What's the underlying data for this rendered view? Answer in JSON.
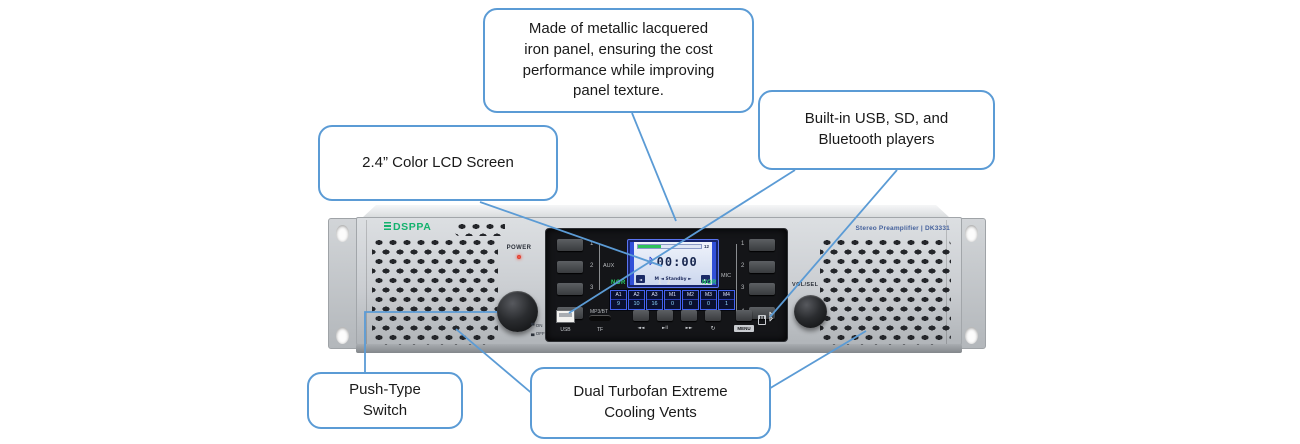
{
  "callouts": {
    "material": "Made of metallic lacquered\niron panel, ensuring the cost\nperformance while improving\npanel texture.",
    "players": "Built-in USB, SD, and\nBluetooth players",
    "lcd": "2.4” Color LCD Screen",
    "push_switch": "Push-Type\nSwitch",
    "cooling": "Dual Turbofan Extreme\nCooling Vents"
  },
  "device": {
    "brand": "DSPPA",
    "model_text": "Stereo Preamplifier | DK3331",
    "power_label": "POWER",
    "power_on": "ON",
    "power_off": "OFF",
    "volume_label": "VOL/SEL",
    "source_group": {
      "label": "AUX",
      "b1": "1",
      "b2": "2",
      "b3": "3",
      "mp3": "MP3/BT"
    },
    "mic_group": {
      "label": "MIC",
      "b1": "1",
      "b2": "2",
      "b3": "3",
      "b4": "4"
    },
    "screen": {
      "track": "12",
      "time": "00:00",
      "status": "M ◄ Standby ►"
    },
    "status_row": {
      "left": "NOR",
      "center": "1 2",
      "right": "NOR"
    },
    "channels": [
      {
        "name": "A1",
        "value": "9"
      },
      {
        "name": "A2",
        "value": "10"
      },
      {
        "name": "A3",
        "value": "16"
      },
      {
        "name": "M1",
        "value": "0"
      },
      {
        "name": "M2",
        "value": "0"
      },
      {
        "name": "M3",
        "value": "0"
      },
      {
        "name": "M4",
        "value": "1"
      }
    ],
    "media": {
      "usb": "USB",
      "tf": "TF",
      "menu": "MENU"
    }
  },
  "glyphs": {
    "power_in": "▀",
    "power_out": "▄",
    "bluetooth": "ᛒ",
    "prev": "◄◄",
    "play": "►II",
    "next": "►►",
    "loop": "↻",
    "chip_left": "◄",
    "chip_right": "►"
  },
  "colors": {
    "accent": "#5B9BD5",
    "logo_green": "#14b26d",
    "led_red": "#e02418",
    "lcd_blue": "#2746d6"
  }
}
